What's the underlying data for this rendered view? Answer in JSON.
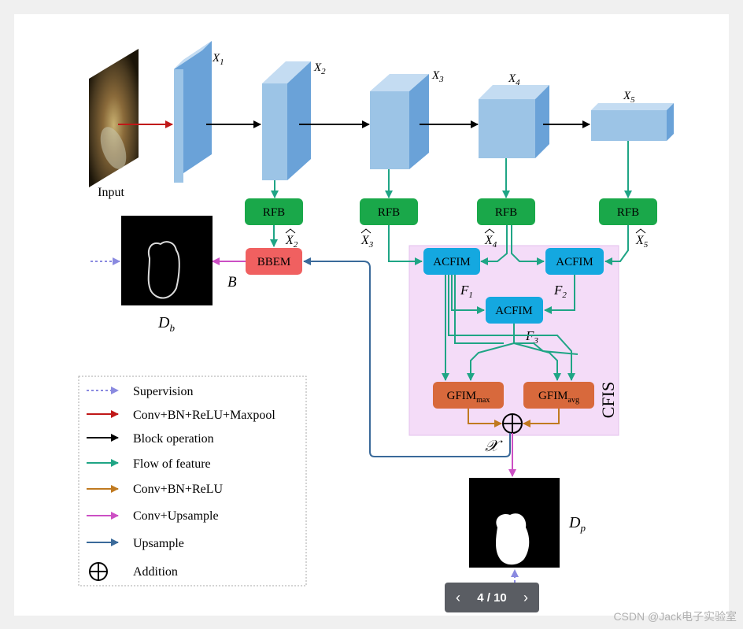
{
  "input_label": "Input",
  "features": [
    {
      "main": "X",
      "sub": "1"
    },
    {
      "main": "X",
      "sub": "2"
    },
    {
      "main": "X",
      "sub": "3"
    },
    {
      "main": "X",
      "sub": "4"
    },
    {
      "main": "X",
      "sub": "5"
    }
  ],
  "rfb_label": "RFB",
  "hat_labels": [
    {
      "main": "X",
      "sub": "2"
    },
    {
      "main": "X",
      "sub": "3"
    },
    {
      "main": "X",
      "sub": "4"
    },
    {
      "main": "X",
      "sub": "5"
    }
  ],
  "bbem_label": "BBEM",
  "acfim_label": "ACFIM",
  "f_labels": [
    {
      "main": "F",
      "sub": "1"
    },
    {
      "main": "F",
      "sub": "2"
    },
    {
      "main": "F",
      "sub": "3"
    }
  ],
  "gfim_max": {
    "main": "GFIM",
    "sub": "max"
  },
  "gfim_avg": {
    "main": "GFIM",
    "sub": "avg"
  },
  "cfis_label": "CFIS",
  "b_label": "B",
  "x_label": "𝒳",
  "db_label": {
    "main": "D",
    "sub": "b"
  },
  "dp_label": {
    "main": "D",
    "sub": "p"
  },
  "legend": [
    {
      "label": "Supervision",
      "color": "#8a8ae0",
      "style": "dotted"
    },
    {
      "label": "Conv+BN+ReLU+Maxpool",
      "color": "#c01818",
      "style": "solid"
    },
    {
      "label": "Block operation",
      "color": "#000000",
      "style": "solid"
    },
    {
      "label": "Flow of feature",
      "color": "#1fa585",
      "style": "solid"
    },
    {
      "label": "Conv+BN+ReLU",
      "color": "#c07a20",
      "style": "solid"
    },
    {
      "label": "Conv+Upsample",
      "color": "#cc4fc4",
      "style": "solid"
    },
    {
      "label": "Upsample",
      "color": "#3a6a9a",
      "style": "solid"
    },
    {
      "label": "Addition",
      "color": "#000000",
      "style": "symbol"
    }
  ],
  "pager": {
    "prev_icon": "‹",
    "next_icon": "›",
    "text": "4 / 10"
  },
  "watermark": "CSDN @Jack电子实验室",
  "colors": {
    "green": "#1fa585",
    "rfb": "#1aa84a",
    "acfim": "#14a8e0",
    "bbem": "#f06060",
    "gfim": "#d8693c",
    "cfis_bg": "#f4dcf8",
    "cube_front": "#9cc4e6",
    "cube_side": "#6aa2d8",
    "cube_top": "#c4dcf2"
  }
}
